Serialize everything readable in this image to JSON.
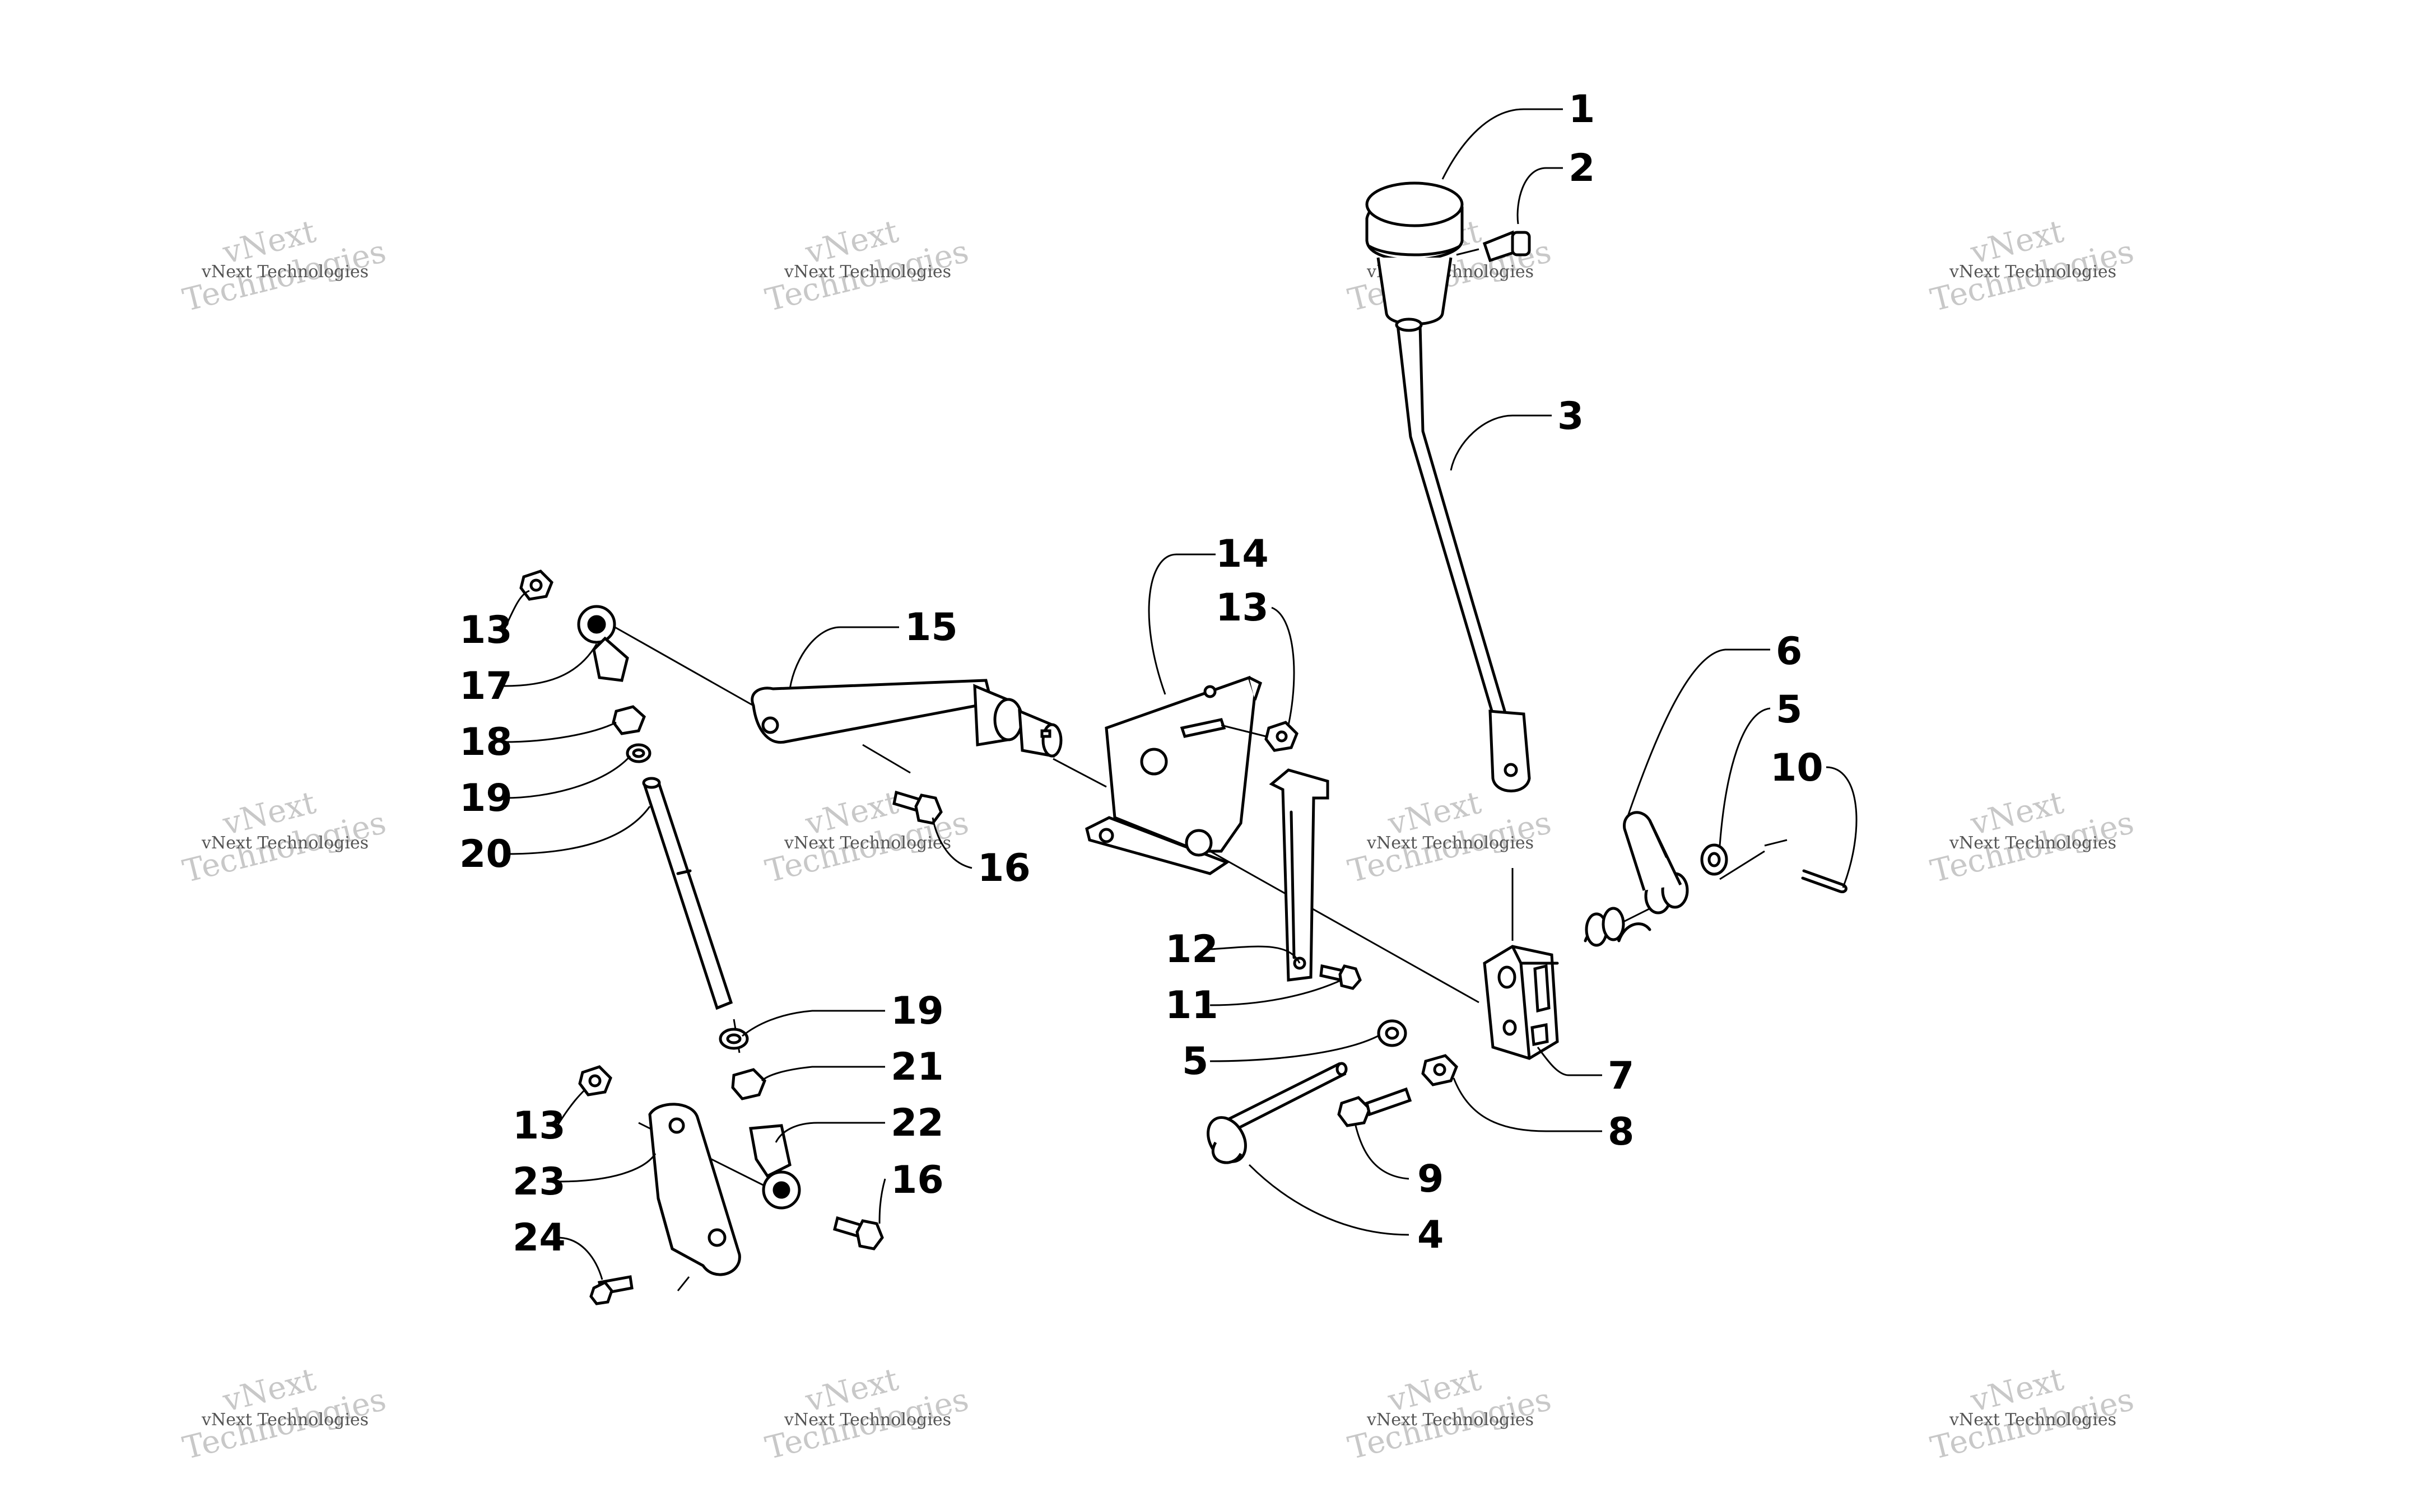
{
  "watermark": {
    "line1": "vNext Technologies",
    "line2a": "vNext",
    "line2b": "Technologies"
  },
  "callouts": [
    {
      "id": "c1",
      "label": "1"
    },
    {
      "id": "c2",
      "label": "2"
    },
    {
      "id": "c3",
      "label": "3"
    },
    {
      "id": "c4",
      "label": "4"
    },
    {
      "id": "c5a",
      "label": "5"
    },
    {
      "id": "c5b",
      "label": "5"
    },
    {
      "id": "c6",
      "label": "6"
    },
    {
      "id": "c7",
      "label": "7"
    },
    {
      "id": "c8",
      "label": "8"
    },
    {
      "id": "c9",
      "label": "9"
    },
    {
      "id": "c10",
      "label": "10"
    },
    {
      "id": "c11",
      "label": "11"
    },
    {
      "id": "c12",
      "label": "12"
    },
    {
      "id": "c13a",
      "label": "13"
    },
    {
      "id": "c13b",
      "label": "13"
    },
    {
      "id": "c13c",
      "label": "13"
    },
    {
      "id": "c14",
      "label": "14"
    },
    {
      "id": "c15",
      "label": "15"
    },
    {
      "id": "c16a",
      "label": "16"
    },
    {
      "id": "c16b",
      "label": "16"
    },
    {
      "id": "c17",
      "label": "17"
    },
    {
      "id": "c18",
      "label": "18"
    },
    {
      "id": "c19a",
      "label": "19"
    },
    {
      "id": "c19b",
      "label": "19"
    },
    {
      "id": "c20",
      "label": "20"
    },
    {
      "id": "c21",
      "label": "21"
    },
    {
      "id": "c22",
      "label": "22"
    },
    {
      "id": "c23",
      "label": "23"
    },
    {
      "id": "c24",
      "label": "24"
    }
  ]
}
